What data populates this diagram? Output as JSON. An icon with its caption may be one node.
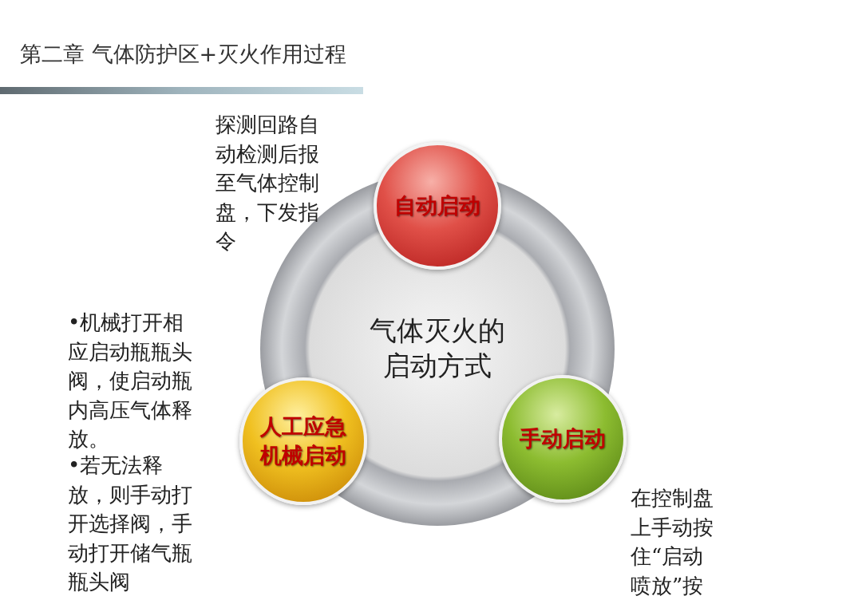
{
  "diagram": {
    "title": "第二章 气体防护区+灭火作用过程",
    "nodes": [
      {
        "text": [
          "气体灭火的启动方式"
        ]
      },
      {
        "text": [
          "自动启动"
        ],
        "beside": [
          "探测回路自动检测后报至气体控制盘，下发指令"
        ]
      },
      {
        "text": [
          "手动启动"
        ],
        "beside": [
          "在控制盘上手动按住“启动喷放”按"
        ]
      },
      {
        "text": [
          "人工应急机械启动"
        ],
        "beside": [
          "•机械打开相应启动瓶瓶头阀，使启动瓶内高压气体释放。",
          "•若无法释放，则手动打开选择阀，手动打开储气瓶瓶头阀"
        ]
      }
    ]
  }
}
